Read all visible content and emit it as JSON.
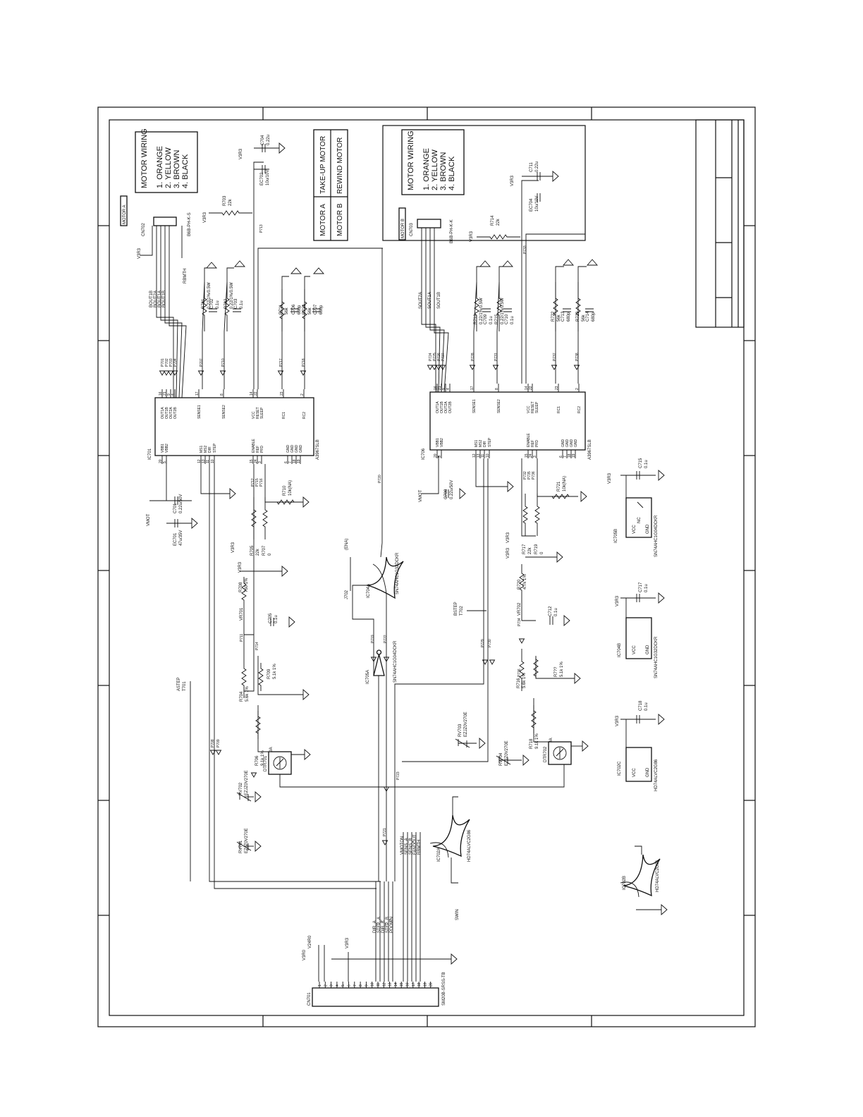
{
  "motor_wiring_a": {
    "heading": "MOTOR WIRING",
    "lines": [
      "1. ORANGE",
      "2. YELLOW",
      "3. BROWN",
      "4. BLACK"
    ]
  },
  "motor_wiring_b": {
    "heading": "MOTOR WIRING",
    "lines": [
      "1. ORANGE",
      "2. YELLOW",
      "3. BROWN",
      "4. BLACK"
    ]
  },
  "motor_table": {
    "rows": [
      {
        "motor": "MOTOR A",
        "name": "TAKE-UP MOTOR"
      },
      {
        "motor": "MOTOR B",
        "name": "REWIND MOTOR"
      }
    ]
  },
  "connectors": {
    "cn702": {
      "ref": "CN702",
      "part": "B6B-PH-K-S",
      "tag": "MOTOR A"
    },
    "cn703": {
      "ref": "CN703",
      "part": "B6B-PH-K-K",
      "tag": "MOTOR B"
    },
    "cn701": {
      "ref": "CN701",
      "part": "SM20B-SRSS-TB"
    }
  },
  "driver_a": {
    "ref": "IC701",
    "part": "A3967SLB",
    "left_pins": [
      "VBB1",
      "VBB2",
      "MS1",
      "MS2",
      "DIR",
      "STEP",
      "ENABLE",
      "REF",
      "PFD",
      "GND",
      "GND",
      "GND",
      "GND"
    ],
    "right_pins": [
      "OUT1A",
      "OUT1B",
      "OUT2A",
      "OUT2B",
      "SENSE1",
      "SENSE2",
      "VCC",
      "RESET",
      "SLEEP",
      "RC1",
      "RC2"
    ],
    "left_nums": [
      "20",
      "5",
      "12",
      "13",
      "11",
      "10",
      "15",
      "24",
      "3",
      "6",
      "7",
      "18",
      "19"
    ],
    "right_nums": [
      "16",
      "21",
      "9",
      "4",
      "17",
      "8",
      "14",
      "22",
      "23",
      "2"
    ]
  },
  "driver_b": {
    "ref": "IC706",
    "part": "A3967SLB",
    "left_pins": [
      "VBB1",
      "VBB2",
      "MS1",
      "MS2",
      "DIR",
      "STEP",
      "ENABLE",
      "REF",
      "PFD",
      "GND",
      "GND",
      "GND",
      "GND"
    ],
    "right_pins": [
      "OUT1A",
      "OUT1B",
      "OUT2A",
      "OUT2B",
      "SENSE1",
      "SENSE2",
      "VCC",
      "RESET",
      "SLEEP",
      "RC1",
      "RC2"
    ],
    "left_nums": [
      "20",
      "5",
      "12",
      "13",
      "11",
      "10",
      "15",
      "24",
      "3",
      "6",
      "7",
      "18",
      "19"
    ],
    "right_nums": [
      "16",
      "21",
      "9",
      "4",
      "17",
      "8",
      "14",
      "22",
      "23",
      "2"
    ]
  },
  "nets": {
    "v3r3": "V3R3",
    "vmot": "VMOT",
    "v3r0": "V3R0",
    "v24r0": "V24R0",
    "rbmth": "RBMTH",
    "swin": "SWIN",
    "astep": "ASTEP",
    "bstep": "BSTEP",
    "dir_a": "DIR_A",
    "step_a": "STEP_A",
    "dir_b": "DIR_B",
    "step_b": "STEP_B",
    "pdown": "PDOWN",
    "vmoton": "VMOTON",
    "sens_a": "SENS_A",
    "sens_b": "SENS_B",
    "fandout": "FANDOUT",
    "ena": "(ENA)",
    "out_a": [
      "BOUT1B",
      "BOUT2A",
      "BOUT1A",
      "BOUT1B"
    ],
    "out_b": [
      "SOUT2A",
      "SOUT1A",
      "SOUT1B"
    ]
  },
  "components": {
    "c704": [
      "C704",
      "0.22u"
    ],
    "ec702": [
      "EC702",
      "10u/10V"
    ],
    "r703": [
      "R703",
      "22k"
    ],
    "r714": [
      "R714",
      "22k"
    ],
    "c711": [
      "C711",
      "0.22u"
    ],
    "ec704": [
      "EC704",
      "10u/10V"
    ],
    "r701": [
      "R701",
      "0.22/1%/0.5W"
    ],
    "c702": [
      "C702",
      "0.1u"
    ],
    "r702": [
      "R702",
      "0.22/1%/0.5W"
    ],
    "c703": [
      "C703",
      "0.1u"
    ],
    "r713": [
      "R713",
      "0.22/1%/0.5W"
    ],
    "c709": [
      "C709",
      "0.1u"
    ],
    "r715": [
      "R715",
      "0.22/1%/0.5W"
    ],
    "c710": [
      "C710",
      "0.1u"
    ],
    "r711": [
      "R711",
      "56k"
    ],
    "c706": [
      "C706",
      "680p"
    ],
    "r712": [
      "R712",
      "56k"
    ],
    "c707": [
      "C707",
      "680p"
    ],
    "r722": [
      "R722",
      "56k"
    ],
    "c713": [
      "C713",
      "680p"
    ],
    "r723": [
      "R723",
      "56k"
    ],
    "c714": [
      "C714",
      "680p"
    ],
    "c701": [
      "C701",
      "0.22u/50V"
    ],
    "ec701": [
      "EC701",
      "47u/35V"
    ],
    "c708": [
      "C708",
      "0.22u/50V"
    ],
    "r710": [
      "R710",
      "10k(NA)"
    ],
    "r721": [
      "R721",
      "10k(NA)"
    ],
    "r705": [
      "R705",
      "22k"
    ],
    "r707": [
      "R707",
      "0"
    ],
    "r717": [
      "R717",
      "22k"
    ],
    "r719": [
      "R719",
      "0"
    ],
    "r708": [
      "R708",
      "750 1%"
    ],
    "vr701": [
      "VR701",
      ""
    ],
    "c705": [
      "C705",
      "0.1u"
    ],
    "r709": [
      "R709",
      "5.1k 1%"
    ],
    "r704": [
      "R704",
      "5.6k 1%"
    ],
    "r706": [
      "R706",
      "9.1k 1%"
    ],
    "r720": [
      "R720",
      "4.7k 1%"
    ],
    "vr702": [
      "VR702",
      ""
    ],
    "c712": [
      "C712",
      "0.1u"
    ],
    "r716": [
      "R716",
      "5.6k 1%"
    ],
    "r718": [
      "R718",
      "9.1k 1%"
    ],
    "r7xx": [
      "R7??",
      "5.1k 1%"
    ],
    "c715": [
      "C715",
      "0.1u"
    ],
    "c717": [
      "C717",
      "0.1u"
    ],
    "c718": [
      "C718",
      "0.1u"
    ],
    "dtr701": [
      "DTR701",
      "DTC143EUA"
    ],
    "dtr702": [
      "DTR702",
      "DTC143EUA"
    ],
    "rv701": [
      "RV701",
      "EZJZ0V270E"
    ],
    "rv702": [
      "RV702",
      "EZJZ0V270E"
    ],
    "rv703": [
      "RV703",
      "EZJZ0V270E"
    ],
    "rv704": [
      "RV704",
      "EZJZ0V270E"
    ],
    "j702": "J702",
    "t701": "T701",
    "t702": "T702"
  },
  "gates": {
    "ic704a": [
      "IC704A",
      "SN74AHC1G32DCKR"
    ],
    "ic705a": [
      "IC705A",
      "SN74AHC1G04DCKR"
    ],
    "ic702a": [
      "IC702A",
      "HD74ALVC2G86"
    ],
    "ic702b": [
      "IC702B",
      "HD74ALVC2G86"
    ],
    "ic705b": [
      "IC705B",
      "SN74AHC1G04DCKR"
    ],
    "ic704b": [
      "IC704B",
      "SN74AHC1G32DCKR"
    ],
    "ic702c": [
      "IC702C",
      "HD74ALVC2G86"
    ]
  },
  "power_pins": {
    "vcc": "VCC",
    "gnd": "GND",
    "nc": "NC"
  },
  "test_points": {
    "sa": [
      "P701",
      "P702",
      "P703",
      "P704",
      "P707",
      "P710",
      "P717",
      "P718"
    ],
    "sb": [
      "P724",
      "P725",
      "P726",
      "P727",
      "P728",
      "P731",
      "P737",
      "P738"
    ],
    "ctl_a": [
      "P712",
      "P715",
      "P716"
    ],
    "ctl_b": [
      "P732",
      "P735",
      "P736"
    ],
    "p713": "P713",
    "p733": "P733",
    "p720": "P720",
    "p711": "P711",
    "p714": "P714",
    "p719": "P719",
    "p722": "P722",
    "p729": "P729",
    "p730": "P730",
    "p734": "P734",
    "p736b": "P736",
    "p708": "P708",
    "p709": "P709",
    "p723": "P723",
    "p721": "P721"
  },
  "cn701_pins": [
    "1",
    "2",
    "3",
    "4",
    "5",
    "6",
    "7",
    "8",
    "9",
    "10",
    "11",
    "12",
    "13",
    "14",
    "15",
    "16",
    "17",
    "18",
    "19",
    "20"
  ]
}
